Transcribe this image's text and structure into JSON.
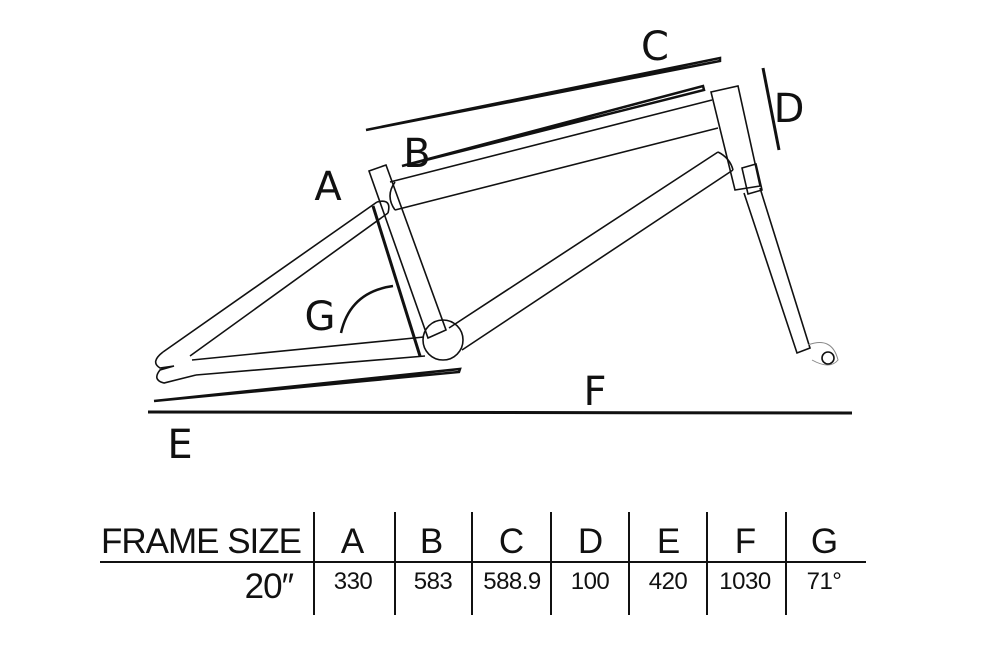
{
  "diagram": {
    "labels": {
      "A": "A",
      "B": "B",
      "C": "C",
      "D": "D",
      "E": "E",
      "F": "F",
      "G": "G"
    }
  },
  "table": {
    "header_label": "FRAME SIZE",
    "columns": [
      "A",
      "B",
      "C",
      "D",
      "E",
      "F",
      "G"
    ],
    "row": {
      "size": "20″",
      "values": [
        "330",
        "583",
        "588.9",
        "100",
        "420",
        "1030",
        "71°"
      ]
    }
  }
}
